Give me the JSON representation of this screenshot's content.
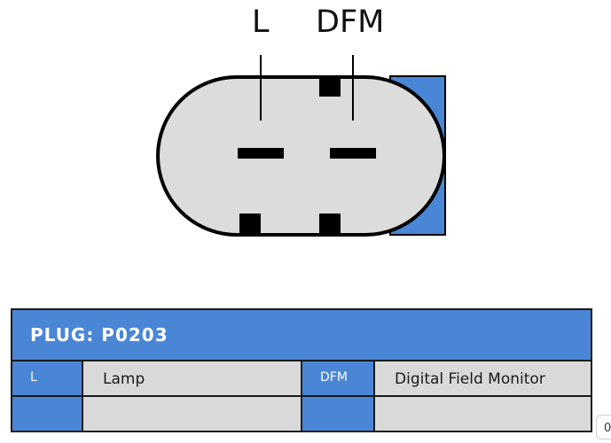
{
  "connector": {
    "pins": [
      {
        "label": "L"
      },
      {
        "label": "DFM"
      }
    ],
    "colors": {
      "body": "#dcdcdc",
      "outline": "#000000",
      "key": "#4a86d6"
    }
  },
  "plug": {
    "title": "PLUG: P0203",
    "rows": [
      {
        "pin1_code": "L",
        "pin1_desc": "Lamp",
        "pin2_code": "DFM",
        "pin2_desc": "Digital Field Monitor"
      },
      {
        "pin1_code": "",
        "pin1_desc": "",
        "pin2_code": "",
        "pin2_desc": ""
      }
    ],
    "colors": {
      "header": "#4a86d6",
      "code_cell": "#4a86d6",
      "desc_cell": "#d9d9d9"
    }
  },
  "edge_text": "0"
}
